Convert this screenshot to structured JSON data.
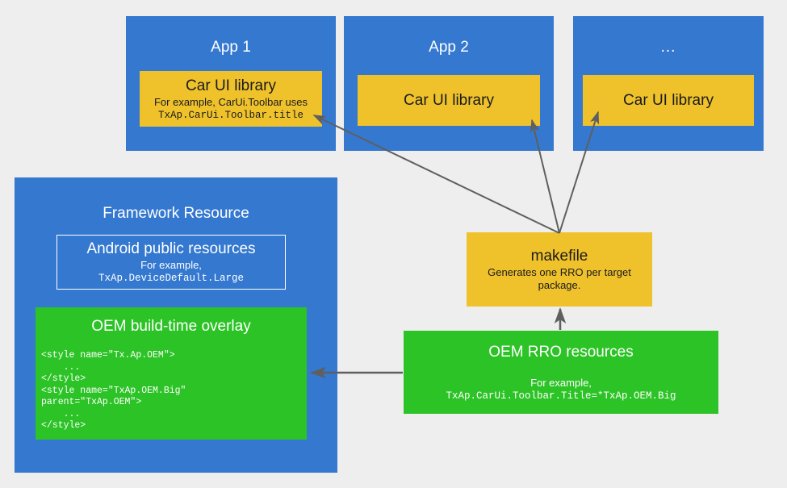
{
  "diagram": {
    "title_bar": "",
    "background_color": "#eeeeee",
    "colors": {
      "blue": "#3478d0",
      "yellow": "#efc22c",
      "green": "#2cc326",
      "arrow": "#5f5f5f",
      "text_light": "#ffffff",
      "text_dark": "#1b1b1b"
    },
    "apps": [
      {
        "name": "App 1",
        "library_title": "Car UI library",
        "library_sub": "For example, CarUi.Toolbar uses",
        "library_code": "TxAp.CarUi.Toolbar.title"
      },
      {
        "name": "App 2",
        "library_title": "Car UI library",
        "library_sub": "",
        "library_code": ""
      },
      {
        "name": "...",
        "library_title": "Car UI library",
        "library_sub": "",
        "library_code": ""
      }
    ],
    "framework": {
      "title": "Framework Resource",
      "public_resources": {
        "title": "Android public resources",
        "sub": "For example,",
        "code": "TxAp.DeviceDefault.Large"
      },
      "build_time_overlay": {
        "title": "OEM build-time overlay",
        "code": "<style name=\"Tx.Ap.OEM\">\n    ...\n</style>\n<style name=\"TxAp.OEM.Big\"\nparent=\"TxAp.OEM\">\n    ...\n</style>"
      }
    },
    "makefile": {
      "title": "makefile",
      "sub": "Generates one RRO per target package."
    },
    "rro": {
      "title": "OEM RRO resources",
      "sub": "For example,",
      "code": "TxAp.CarUi.Toolbar.Title=*TxAp.OEM.Big"
    },
    "connections": [
      {
        "from": "makefile",
        "to": "app-1-car-ui-library",
        "direction": "up-left"
      },
      {
        "from": "makefile",
        "to": "app-2-car-ui-library",
        "direction": "up"
      },
      {
        "from": "makefile",
        "to": "app-3-car-ui-library",
        "direction": "up-right"
      },
      {
        "from": "rro",
        "to": "makefile",
        "direction": "up"
      },
      {
        "from": "rro",
        "to": "oem-build-time-overlay",
        "direction": "left"
      }
    ]
  }
}
